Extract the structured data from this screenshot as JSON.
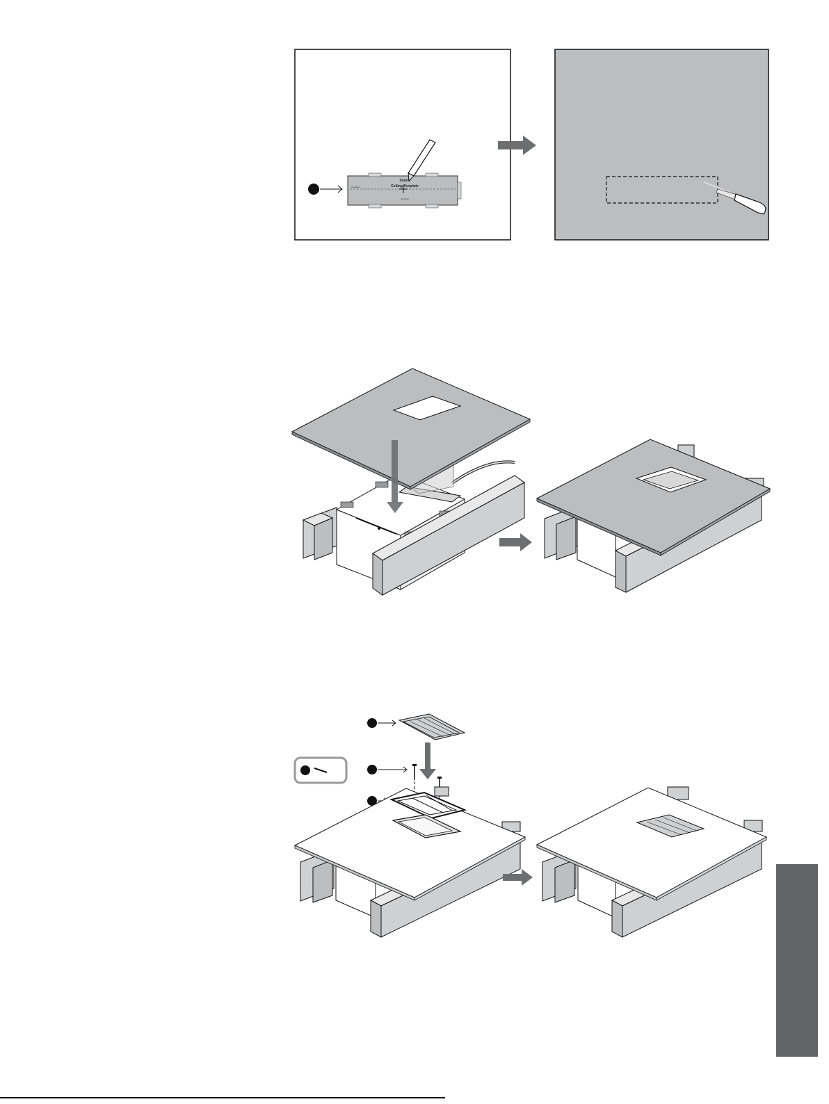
{
  "template": {
    "brand": "Sonos",
    "title": "Ceiling Template",
    "side_label": "Template",
    "bottom_label": "Template"
  },
  "colors": {
    "tab": "#626366",
    "drywall": "#bcbdbf",
    "board": "#c5c6c8",
    "arrow": "#6d6e70",
    "panel_top": "#f3f3f3",
    "ink": "#111111"
  },
  "icons": {
    "pencil": "pencil-icon",
    "drywall_saw": "drywall-saw-icon",
    "screw": "screw-icon",
    "callout": "callout-dot-icon",
    "step_arrow": "step-arrow-icon"
  },
  "footer": {
    "text": ""
  }
}
